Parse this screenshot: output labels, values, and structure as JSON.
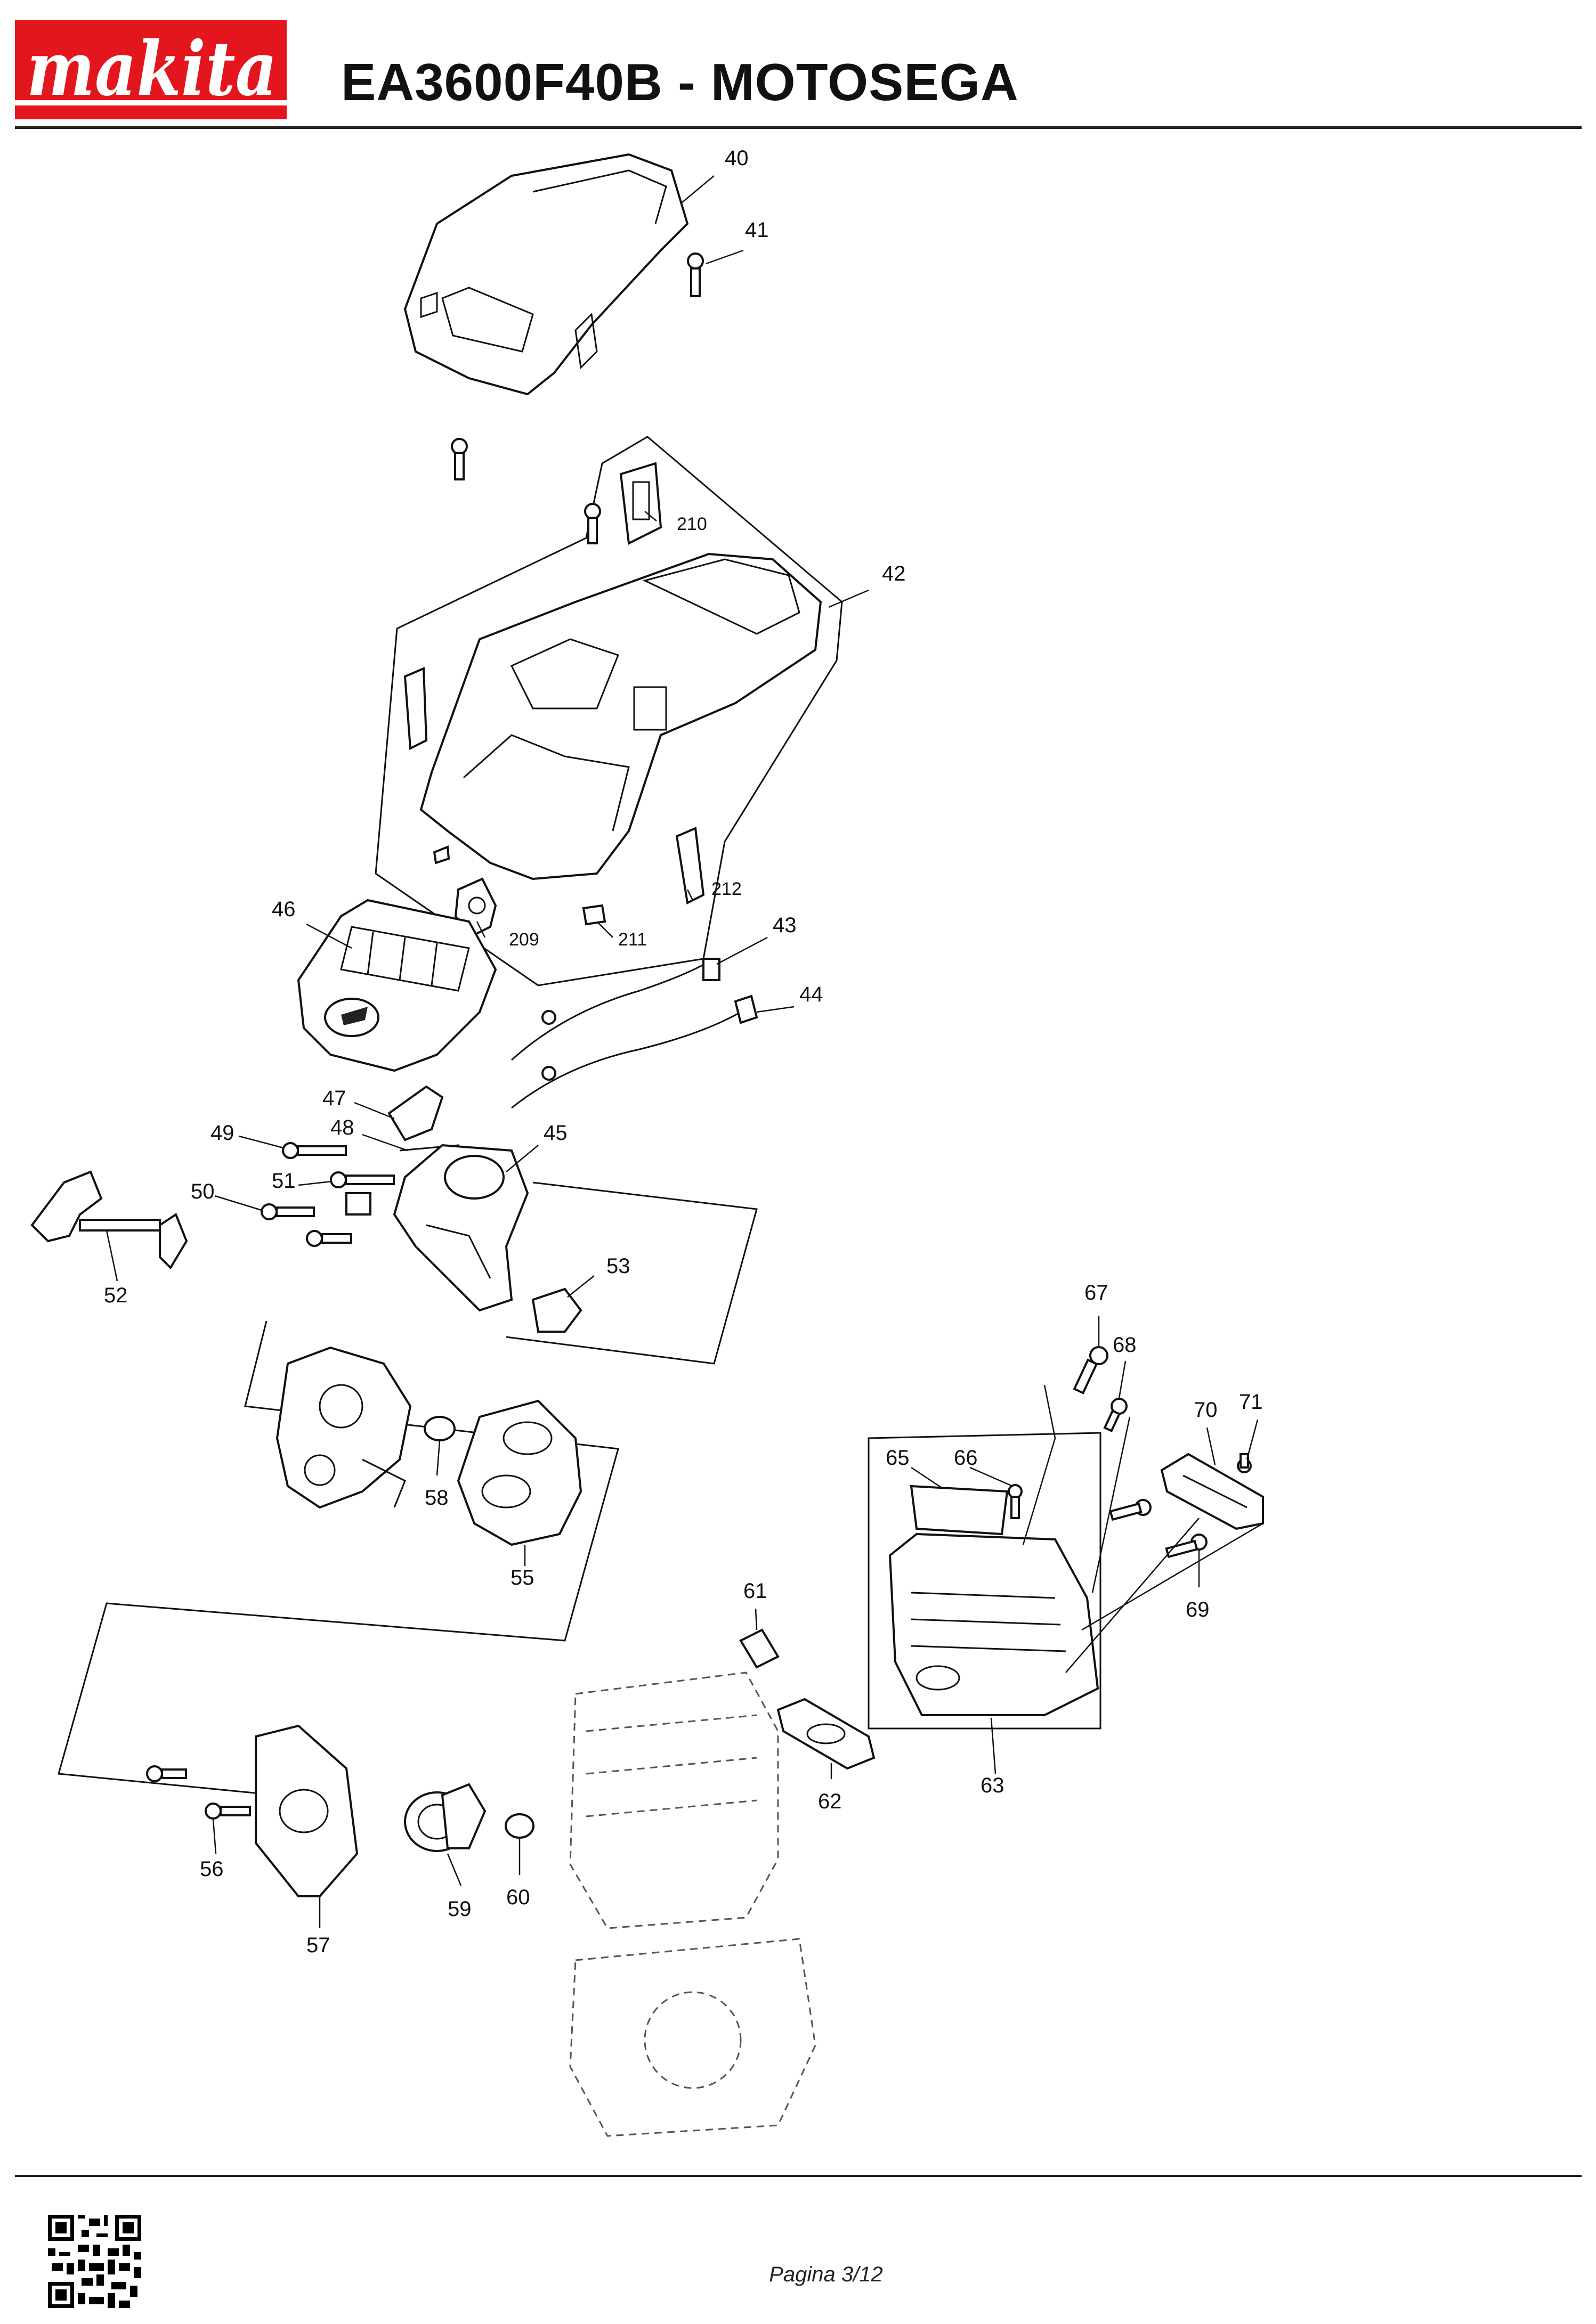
{
  "brand": {
    "logo_text": "makita",
    "color": "#e3161d"
  },
  "header": {
    "title": "EA3600F40B - MOTOSEGA"
  },
  "callouts": {
    "c40": "40",
    "c41": "41",
    "c42": "42",
    "c43": "43",
    "c44": "44",
    "c45": "45",
    "c46": "46",
    "c47": "47",
    "c48": "48",
    "c49": "49",
    "c50": "50",
    "c51": "51",
    "c52": "52",
    "c53": "53",
    "c55": "55",
    "c56": "56",
    "c57": "57",
    "c58": "58",
    "c59": "59",
    "c60": "60",
    "c61": "61",
    "c62": "62",
    "c63": "63",
    "c65": "65",
    "c66": "66",
    "c67": "67",
    "c68": "68",
    "c69": "69",
    "c70": "70",
    "c71": "71",
    "c209": "209",
    "c210": "210",
    "c211": "211",
    "c212": "212"
  },
  "footer": {
    "page_label": "Pagina 3/12",
    "qr_icon": "qr-code-icon"
  }
}
